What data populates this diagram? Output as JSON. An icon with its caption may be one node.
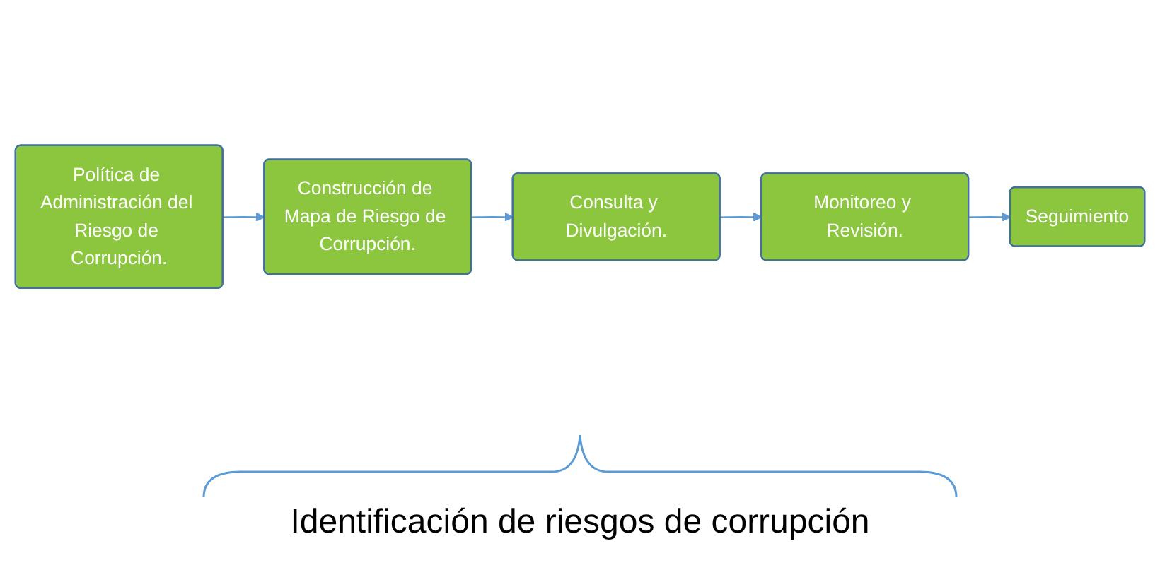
{
  "diagram": {
    "nodes": [
      {
        "text": [
          "Política de Administración del Riesgo de Corrupción."
        ]
      },
      {
        "text": [
          "Construcción de Mapa de Riesgo de Corrupción."
        ]
      },
      {
        "text": [
          "Consulta y Divulgación."
        ]
      },
      {
        "text": [
          "Monitoreo y Revisión."
        ]
      },
      {
        "text": [
          "Seguimiento"
        ]
      }
    ],
    "edges": [
      {
        "from": 0,
        "to": 1,
        "arrow": "to"
      },
      {
        "from": 1,
        "to": 2,
        "arrow": "to"
      },
      {
        "from": 2,
        "to": 3,
        "arrow": "to"
      },
      {
        "from": 3,
        "to": 4,
        "arrow": "to"
      }
    ],
    "labels": [
      "Identificación de riesgos de corrupción"
    ]
  }
}
